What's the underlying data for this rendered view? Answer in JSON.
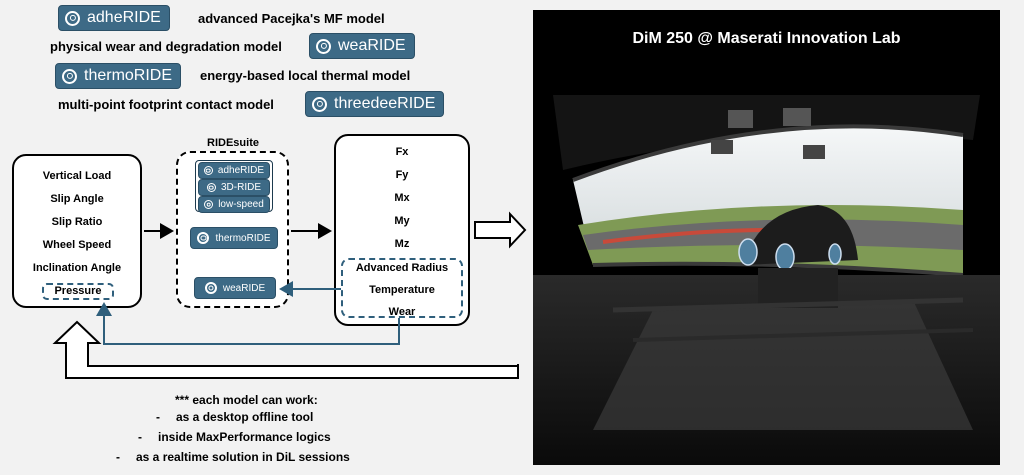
{
  "models": [
    {
      "name": "adheRIDE",
      "description": "advanced Pacejka's MF model"
    },
    {
      "name": "weaRIDE",
      "description": "physical wear and degradation model"
    },
    {
      "name": "thermoRIDE",
      "description": "energy-based local thermal model"
    },
    {
      "name": "threedeeRIDE",
      "description": "multi-point footprint contact model"
    }
  ],
  "inputs": [
    "Vertical Load",
    "Slip Angle",
    "Slip Ratio",
    "Wheel Speed",
    "Inclination Angle",
    "Pressure"
  ],
  "suite": {
    "title": "RIDEsuite",
    "group": [
      "adheRIDE",
      "3D-RIDE",
      "low-speed"
    ],
    "thermo": "thermoRIDE",
    "wear": "weaRIDE"
  },
  "outputs": [
    "Fx",
    "Fy",
    "Mx",
    "My",
    "Mz"
  ],
  "outputs_extra": [
    "Advanced Radius",
    "Temperature",
    "Wear"
  ],
  "notes": {
    "header": "*** each model can work:",
    "items": [
      {
        "bullet": "-",
        "text": "as a desktop offline tool"
      },
      {
        "bullet": "-",
        "text": "inside MaxPerformance logics"
      },
      {
        "bullet": "-",
        "text": "as a realtime solution in DiL sessions"
      }
    ]
  },
  "photo": {
    "title": "DiM 250 @ Maserati Innovation Lab"
  },
  "colors": {
    "pill": "#3d6a86",
    "dashed": "#2f5f7c",
    "background": "#f2f2f2"
  }
}
